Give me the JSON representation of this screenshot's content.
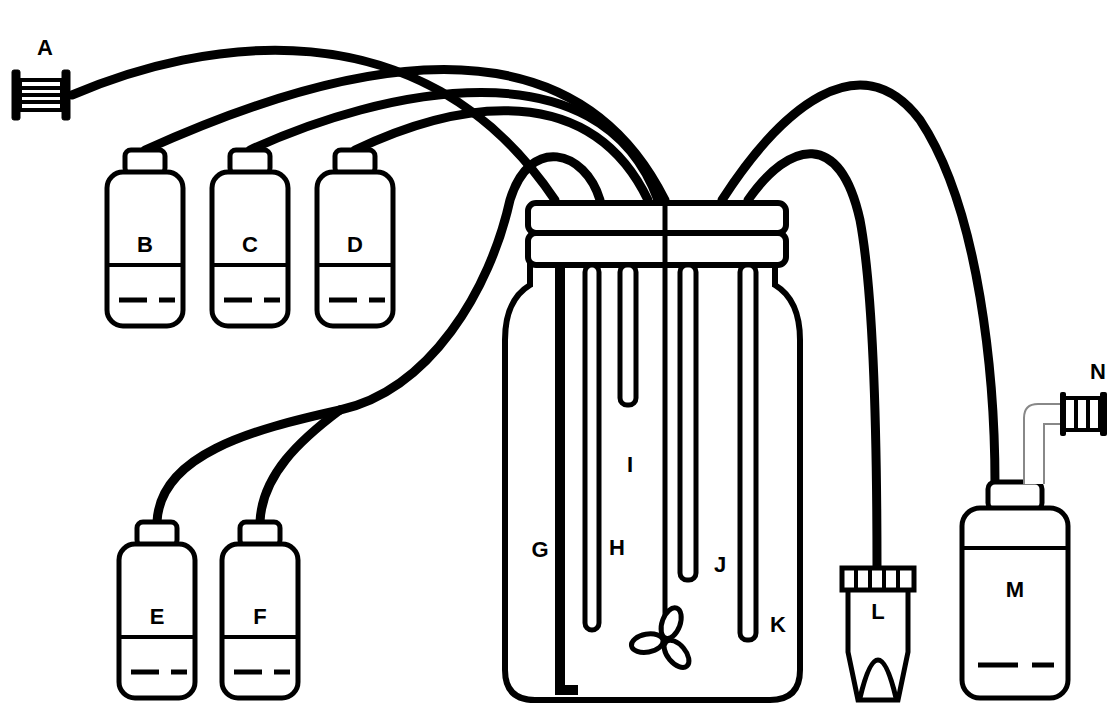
{
  "diagram": {
    "labels": [
      "A",
      "B",
      "C",
      "D",
      "E",
      "F",
      "G",
      "H",
      "I",
      "J",
      "K",
      "L",
      "M",
      "N"
    ]
  }
}
